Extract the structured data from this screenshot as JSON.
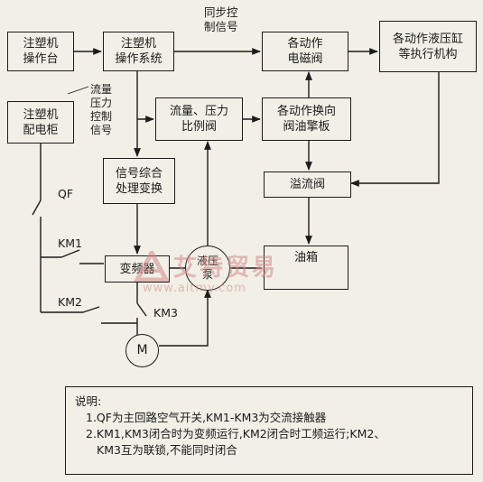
{
  "boxes": {
    "console": "注塑机\n操作台",
    "os": "注塑机\n操作系统",
    "solenoid": "各动作\n电磁阀",
    "actuator": "各动作液压缸\n等执行机构",
    "cabinet": "注塑机\n配电柜",
    "proportional": "流量、压力\n比例阀",
    "reversing": "各动作换向\n阀油擎板",
    "signal": "信号综合\n处理变换",
    "relief": "溢流阀",
    "vfd": "变频器",
    "pump": "液压\n泵",
    "tank": "油箱",
    "motor": "M"
  },
  "labels": {
    "sync": "同步控\n制信号",
    "flow_ctrl": "流量\n压力\n控制\n信号",
    "qf": "QF",
    "km1": "KM1",
    "km2": "KM2",
    "km3": "KM3"
  },
  "note": {
    "title": "说明:",
    "line1": "1.QF为主回路空气开关,KM1-KM3为交流接触器",
    "line2": "2.KM1,KM3闭合时为变频运行,KM2闭合时工频运行;KM2、",
    "line3": "KM3互为联锁,不能同时闭合"
  },
  "watermark": {
    "name": "艾特贸易",
    "url": "www.aitmy.com"
  }
}
